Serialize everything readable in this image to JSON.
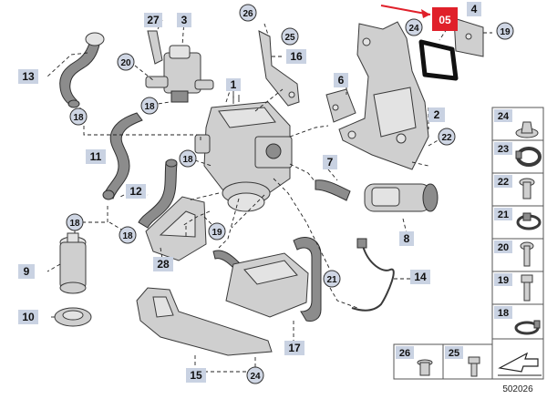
{
  "callouts": {
    "p1": "1",
    "p2": "2",
    "p3": "3",
    "p4": "4",
    "p6": "6",
    "p7": "7",
    "p8": "8",
    "p9": "9",
    "p10": "10",
    "p11": "11",
    "p12": "12",
    "p13": "13",
    "p14": "14",
    "p15": "15",
    "p16": "16",
    "p17": "17",
    "p27": "27",
    "p28": "28"
  },
  "circle_callouts": {
    "c18a": "18",
    "c18b": "18",
    "c18c": "18",
    "c18d": "18",
    "c18e": "18",
    "c19a": "19",
    "c19b": "19",
    "c20": "20",
    "c21": "21",
    "c22": "22",
    "c24a": "24",
    "c24b": "24",
    "c25": "25",
    "c26": "26"
  },
  "highlight": {
    "label": "05",
    "color": "#e0202a"
  },
  "legend": {
    "items": [
      "24",
      "23",
      "22",
      "21",
      "20",
      "19",
      "18"
    ],
    "bottom": [
      "26",
      "25"
    ]
  },
  "reference_number": "502026",
  "colors": {
    "label_fill": "#c9d2e2",
    "highlight": "#e0202a",
    "parts": "#cfcfcf"
  }
}
